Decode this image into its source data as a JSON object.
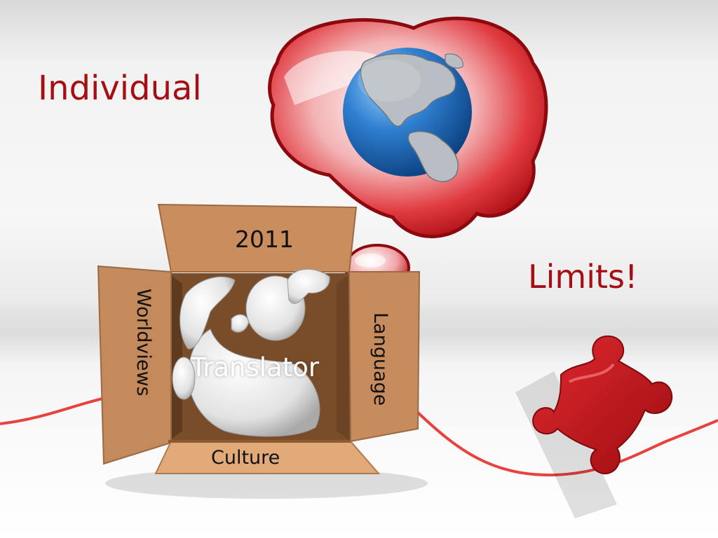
{
  "slide": {
    "title_left": "Individual",
    "title_right": "Limits!",
    "box": {
      "top_flap": "2011",
      "left_flap": "Worldviews",
      "right_flap": "Language",
      "bottom_flap": "Culture",
      "figure_label": "Translator"
    }
  },
  "colors": {
    "accent_red": "#a50f14",
    "wire_red": "#e8423e",
    "cardboard": "#c98d5e",
    "cardboard_dark": "#a66d43",
    "ocean_blue": "#2c6fb7",
    "land_gray": "#9aa3ab"
  },
  "icons": {
    "thought_bubble": "thought-bubble-icon",
    "globe": "globe-icon",
    "puzzle_piece": "puzzle-piece-icon",
    "figure": "person-figure-icon",
    "box": "cardboard-box-icon"
  }
}
